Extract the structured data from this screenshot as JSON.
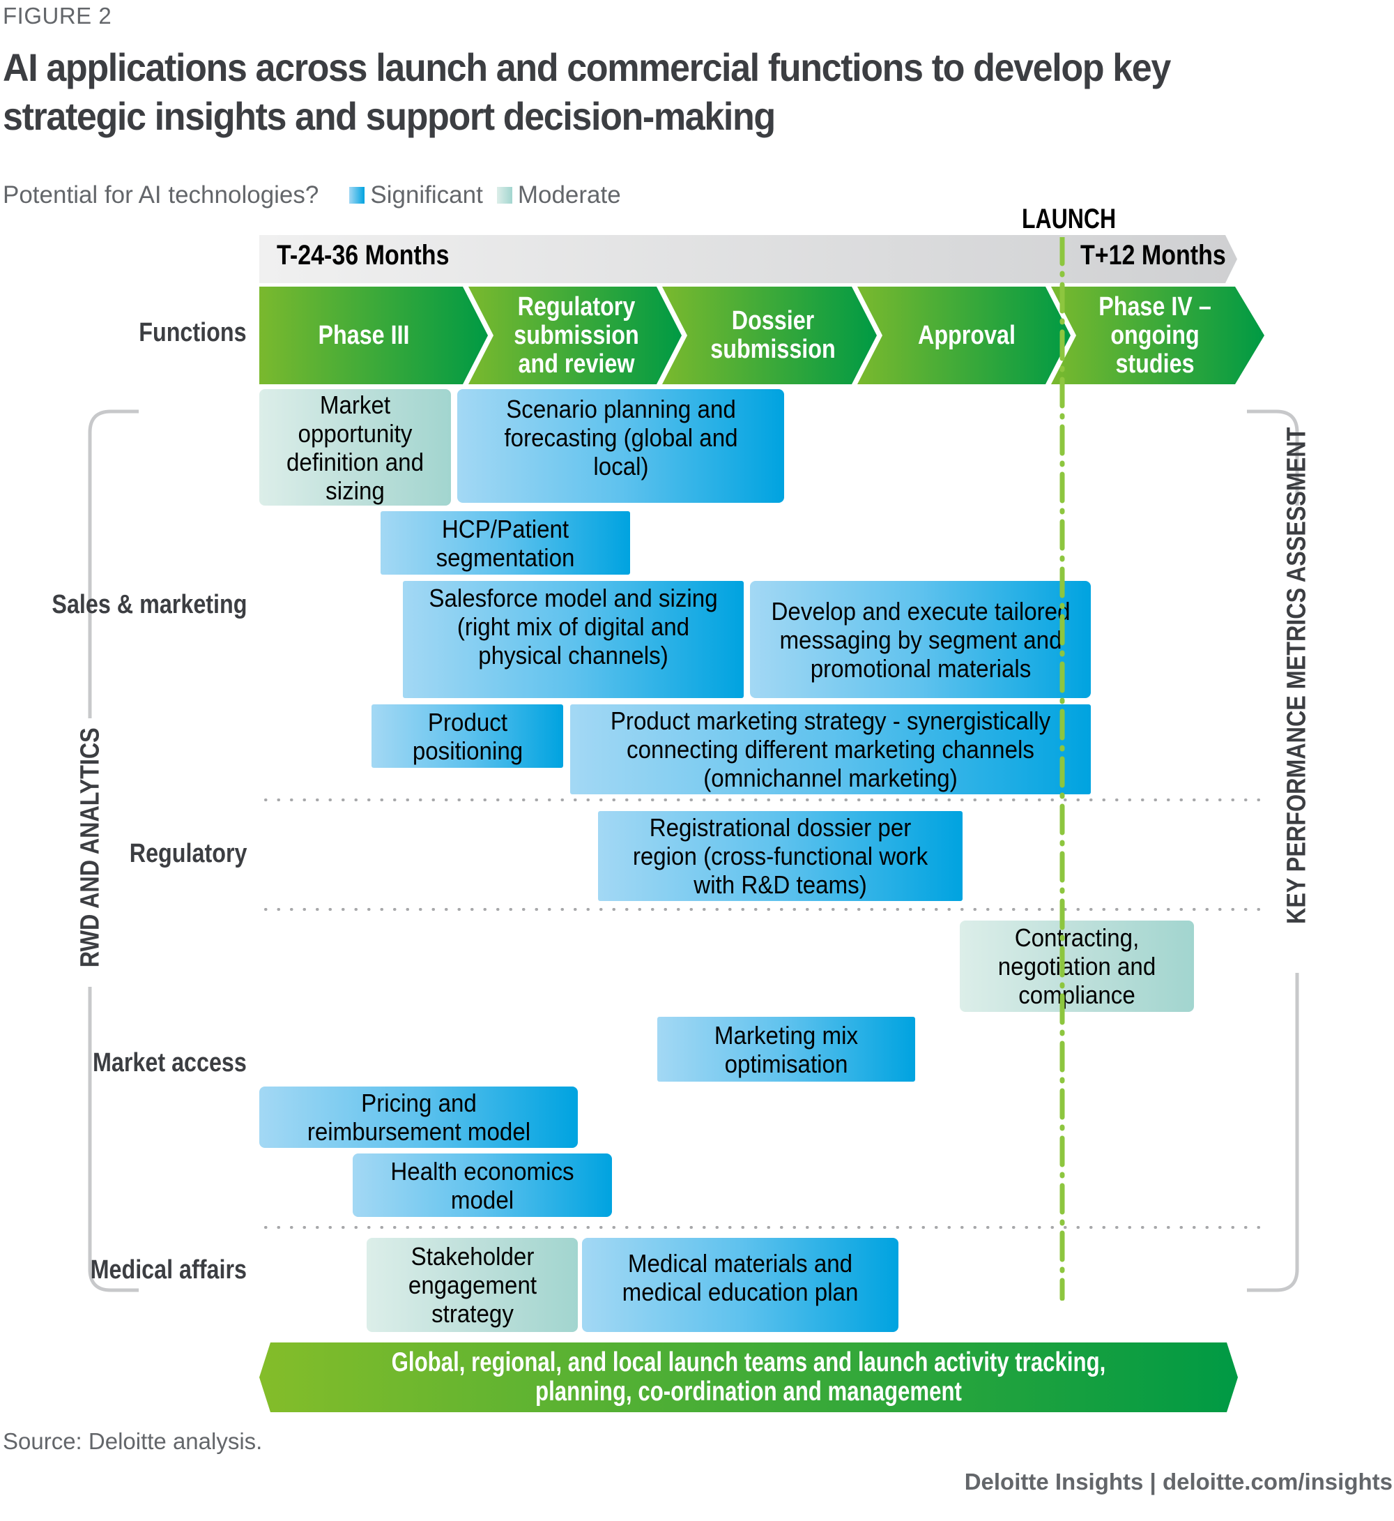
{
  "figure_label": "FIGURE 2",
  "title": "AI applications across launch and commercial functions to develop key strategic insights and support decision-making",
  "legend": {
    "question": "Potential for AI technologies?",
    "items": [
      {
        "label": "Significant",
        "color_from": "#a3d8f4",
        "color_to": "#00a3e0"
      },
      {
        "label": "Moderate",
        "color_from": "#dceee9",
        "color_to": "#a2d5cf"
      }
    ]
  },
  "timeline": {
    "pre_launch": "T-24-36 Months",
    "post_launch": "T+12 Months",
    "launch_label": "LAUNCH"
  },
  "functions_label": "Functions",
  "phases": [
    {
      "label": "Phase III"
    },
    {
      "label": "Regulatory submission and review"
    },
    {
      "label": "Dossier submission"
    },
    {
      "label": "Approval"
    },
    {
      "label": "Phase IV – ongoing studies"
    }
  ],
  "left_bracket_label": "RWD AND ANALYTICS",
  "right_bracket_label": "KEY PERFORMANCE METRICS ASSESSMENT",
  "rows": [
    {
      "label": "Sales & marketing"
    },
    {
      "label": "Regulatory"
    },
    {
      "label": "Market access"
    },
    {
      "label": "Medical affairs"
    }
  ],
  "activities": [
    {
      "row": "Sales & marketing",
      "label": "Market opportunity definition and sizing",
      "potential": "Moderate"
    },
    {
      "row": "Sales & marketing",
      "label": "Scenario planning and forecasting (global and local)",
      "potential": "Significant"
    },
    {
      "row": "Sales & marketing",
      "label": "HCP/Patient segmentation",
      "potential": "Significant"
    },
    {
      "row": "Sales & marketing",
      "label": "Salesforce model and sizing (right mix of digital and physical channels)",
      "potential": "Significant"
    },
    {
      "row": "Sales & marketing",
      "label": "Develop and execute tailored messaging by segment and promotional materials",
      "potential": "Significant"
    },
    {
      "row": "Sales & marketing",
      "label": "Product positioning",
      "potential": "Significant"
    },
    {
      "row": "Sales & marketing",
      "label": "Product marketing strategy - synergistically connecting different marketing channels (omnichannel marketing)",
      "potential": "Significant"
    },
    {
      "row": "Regulatory",
      "label": "Registrational dossier per region (cross-functional work with R&D teams)",
      "potential": "Significant"
    },
    {
      "row": "Market access",
      "label": "Contracting, negotiation and compliance",
      "potential": "Moderate"
    },
    {
      "row": "Market access",
      "label": "Marketing mix optimisation",
      "potential": "Significant"
    },
    {
      "row": "Market access",
      "label": "Pricing and reimbursement model",
      "potential": "Significant"
    },
    {
      "row": "Market access",
      "label": "Health economics model",
      "potential": "Significant"
    },
    {
      "row": "Medical affairs",
      "label": "Stakeholder engagement strategy",
      "potential": "Moderate"
    },
    {
      "row": "Medical affairs",
      "label": "Medical materials and medical education plan",
      "potential": "Significant"
    }
  ],
  "banner": "Global, regional, and local launch teams and launch activity tracking, planning, co-ordination and management",
  "source": "Source: Deloitte analysis.",
  "credit": "Deloitte Insights | deloitte.com/insights",
  "colors": {
    "green_light": "#8dc63f",
    "green_dark": "#009a44",
    "launch_line": "#8dc63f",
    "gray_bar_light": "#f0f0f0",
    "gray_bar_dark": "#cfd0d2",
    "text_dark": "#3c3e42",
    "text_gray": "#63666a"
  }
}
